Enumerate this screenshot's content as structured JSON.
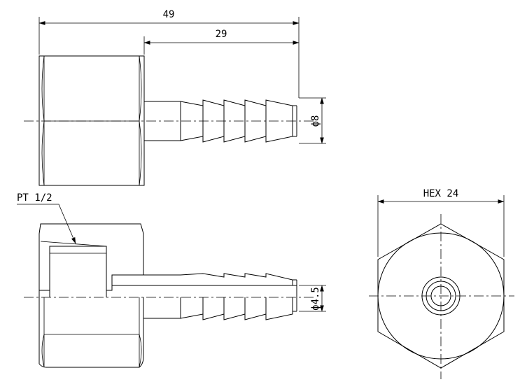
{
  "dimensions": {
    "overall_length": "49",
    "barb_length": "29",
    "barb_outer_diameter": "ϕ8",
    "bore_diameter": "ϕ4.5",
    "hex_size": "HEX 24"
  },
  "thread_callout": "PT 1/2"
}
